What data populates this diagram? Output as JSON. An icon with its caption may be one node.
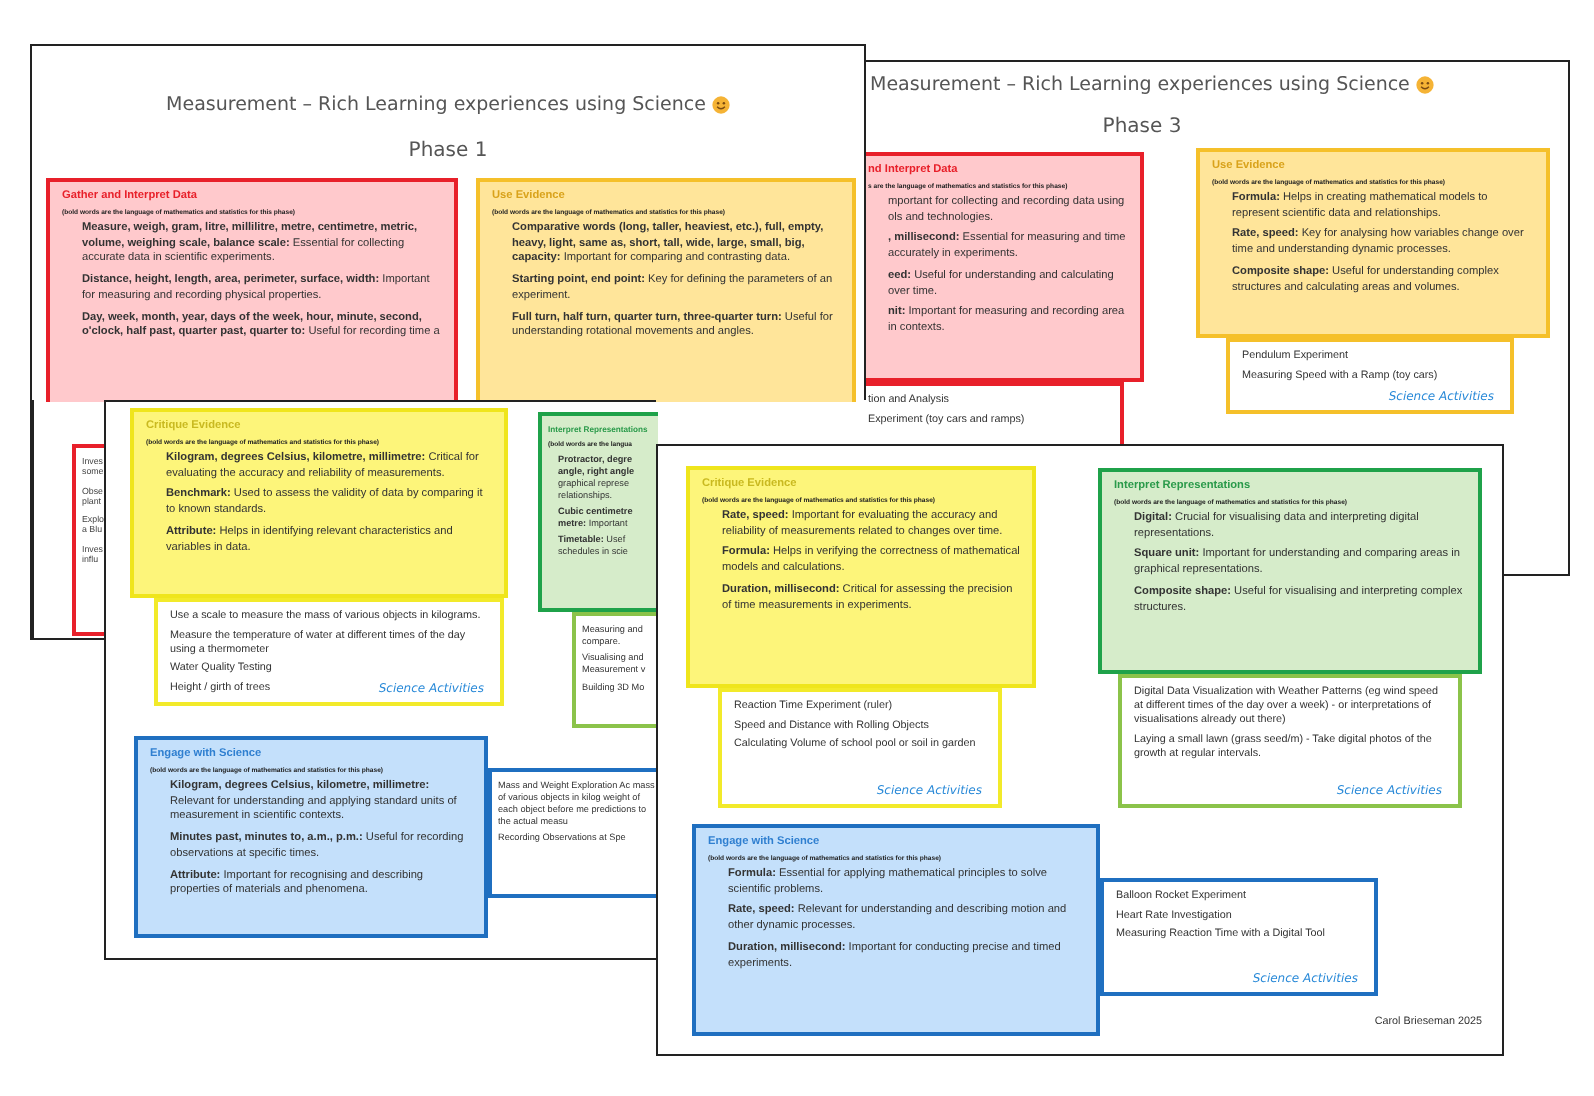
{
  "diagram": {
    "nodes": [
      {
        "text": [
          "Measurement – Rich Learning experiences using Science",
          "Phase 3"
        ]
      },
      {
        "text": [
          "nd Interpret Data",
          "s are the language of mathematics and statistics for this phase)",
          "mportant for collecting and recording data using ols and technologies.",
          "**, millisecond:** Essential for measuring and time accurately in experiments.",
          "**eed:** Useful for understanding and calculating over time.",
          "**nit:** Important for measuring and recording area in contexts."
        ],
        "in": 0
      },
      {
        "text": [
          "tion and Analysis",
          "Experiment (toy cars and ramps)"
        ],
        "in": 0
      },
      {
        "text": [
          "Use Evidence",
          "(bold words are the language of mathematics and statistics for this phase)",
          "**Formula:** Helps in creating mathematical models to represent scientific data and relationships.",
          "**Rate, speed:** Key for analysing how variables change over time and understanding dynamic processes.",
          "**Composite shape:** Useful for understanding complex structures and calculating areas and volumes."
        ],
        "in": 0
      },
      {
        "text": [
          "Pendulum Experiment",
          "Measuring Speed with a Ramp (toy cars)",
          "Science Activities"
        ],
        "in": 0
      },
      {
        "text": [
          "Measurement – Rich Learning experiences using Science",
          "Phase 1"
        ]
      },
      {
        "text": [
          "Gather and Interpret Data",
          "(bold words are the language of mathematics and statistics for this phase)",
          "**Measure, weigh, gram, litre, millilitre, metre, centimetre, metric, volume, weighing scale, balance scale:** Essential for collecting accurate data in scientific experiments.",
          "**Distance, height, length, area, perimeter, surface, width:** Important for measuring and recording physical properties.",
          "**Day, week, month, year, days of the week, hour, minute, second, o'clock, half past, quarter past, quarter to:** Useful for recording time a"
        ],
        "in": 5
      },
      {
        "text": [
          "Use Evidence",
          "(bold words are the language of mathematics and statistics for this phase)",
          "**Comparative words (long, taller, heaviest, etc.), full, empty, heavy, light, same as, short, tall, wide, large, small, big, capacity:** Important for comparing and contrasting data.",
          "**Starting point, end point:** Key for defining the parameters of an experiment.",
          "**Full turn, half turn, quarter turn, three-quarter turn:** Useful for understanding rotational movements and angles."
        ],
        "in": 5
      },
      {
        "text": [
          "Inves some",
          "Obse plant",
          "Explo a Blu",
          "Inves influ"
        ]
      },
      {
        "text": [],
        "shape": "box"
      },
      {
        "text": [
          "Critique Evidence",
          "(bold words are the language of mathematics and statistics for this phase)",
          "**Kilogram, degrees Celsius, kilometre, millimetre:** Critical for evaluating the accuracy and reliability of measurements.",
          "**Benchmark:** Used to assess the validity of data by comparing it to known standards.",
          "**Attribute:** Helps in identifying relevant characteristics and variables in data."
        ],
        "in": 9
      },
      {
        "text": [
          "Use a scale to measure the mass of various objects in kilograms.",
          "Measure the temperature of water at different times of the day using a thermometer",
          "Water Quality Testing",
          "Height / girth of trees",
          "Science Activities"
        ],
        "in": 9
      },
      {
        "text": [
          "Interpret Representations",
          "(bold words are the langua",
          "**Protractor, degre angle, right angle** graphical represe relationships.",
          "**Cubic centimetre metre:** Important",
          "**Timetable:** Usef schedules in scie"
        ],
        "in": 9
      },
      {
        "text": [
          "Measuring and compare.",
          "Visualising and Measurement v",
          "Building 3D Mo"
        ],
        "in": 9
      },
      {
        "text": [
          "Engage with Science",
          "(bold words are the language of mathematics and statistics for this phase)",
          "**Kilogram, degrees Celsius, kilometre, millimetre:** Relevant for understanding and applying standard units of measurement in scientific contexts.",
          "**Minutes past, minutes to, a.m., p.m.:** Useful for recording observations at specific times.",
          "**Attribute:** Important for recognising and describing properties of materials and phenomena."
        ],
        "in": 9
      },
      {
        "text": [
          "Mass and Weight Exploration Ac mass of various objects in kilog weight of each object before me predictions to the actual measu",
          "Recording Observations at Spe"
        ],
        "in": 9
      },
      {
        "text": [],
        "shape": "box"
      },
      {
        "text": [
          "Critique Evidence",
          "(bold words are the language of mathematics and statistics for this phase)",
          "**Rate, speed:** Important for evaluating the accuracy and reliability of measurements related to changes over time.",
          "**Formula:** Helps in verifying the correctness of mathematical models and calculations.",
          "**Duration, millisecond:** Critical for assessing the precision of time measurements in experiments."
        ],
        "in": 16
      },
      {
        "text": [
          "Reaction Time Experiment (ruler)",
          "Speed and Distance with Rolling Objects",
          "Calculating Volume of school pool or soil in garden",
          "Science Activities"
        ],
        "in": 16
      },
      {
        "text": [
          "Interpret Representations",
          "(bold words are the language of mathematics and statistics for this phase)",
          "**Digital:** Crucial for visualising data and interpreting digital representations.",
          "**Square unit:** Important for understanding and comparing areas in graphical representations.",
          "**Composite shape:** Useful for visualising and interpreting complex structures."
        ],
        "in": 16
      },
      {
        "text": [
          "Digital Data Visualization with Weather Patterns (eg wind speed at different times of the day over a week) - or interpretations of visualisations already out there)",
          "Laying a small lawn (grass seed/m) - Take digital photos of the growth at regular intervals.",
          "Science Activities"
        ],
        "in": 16
      },
      {
        "text": [
          "Engage with Science",
          "(bold words are the language of mathematics and statistics for this phase)",
          "**Formula:** Essential for applying mathematical principles to solve scientific problems.",
          "**Rate, speed:** Relevant for understanding and describing motion and other dynamic processes.",
          "**Duration, millisecond:** Important for conducting precise and timed experiments."
        ],
        "in": 16
      },
      {
        "text": [
          "Balloon Rocket Experiment",
          "Heart Rate Investigation",
          "Measuring Reaction Time with a Digital Tool",
          "Science Activities"
        ],
        "in": 16
      }
    ],
    "labels": [
      "Carol Brieseman 2025"
    ]
  }
}
